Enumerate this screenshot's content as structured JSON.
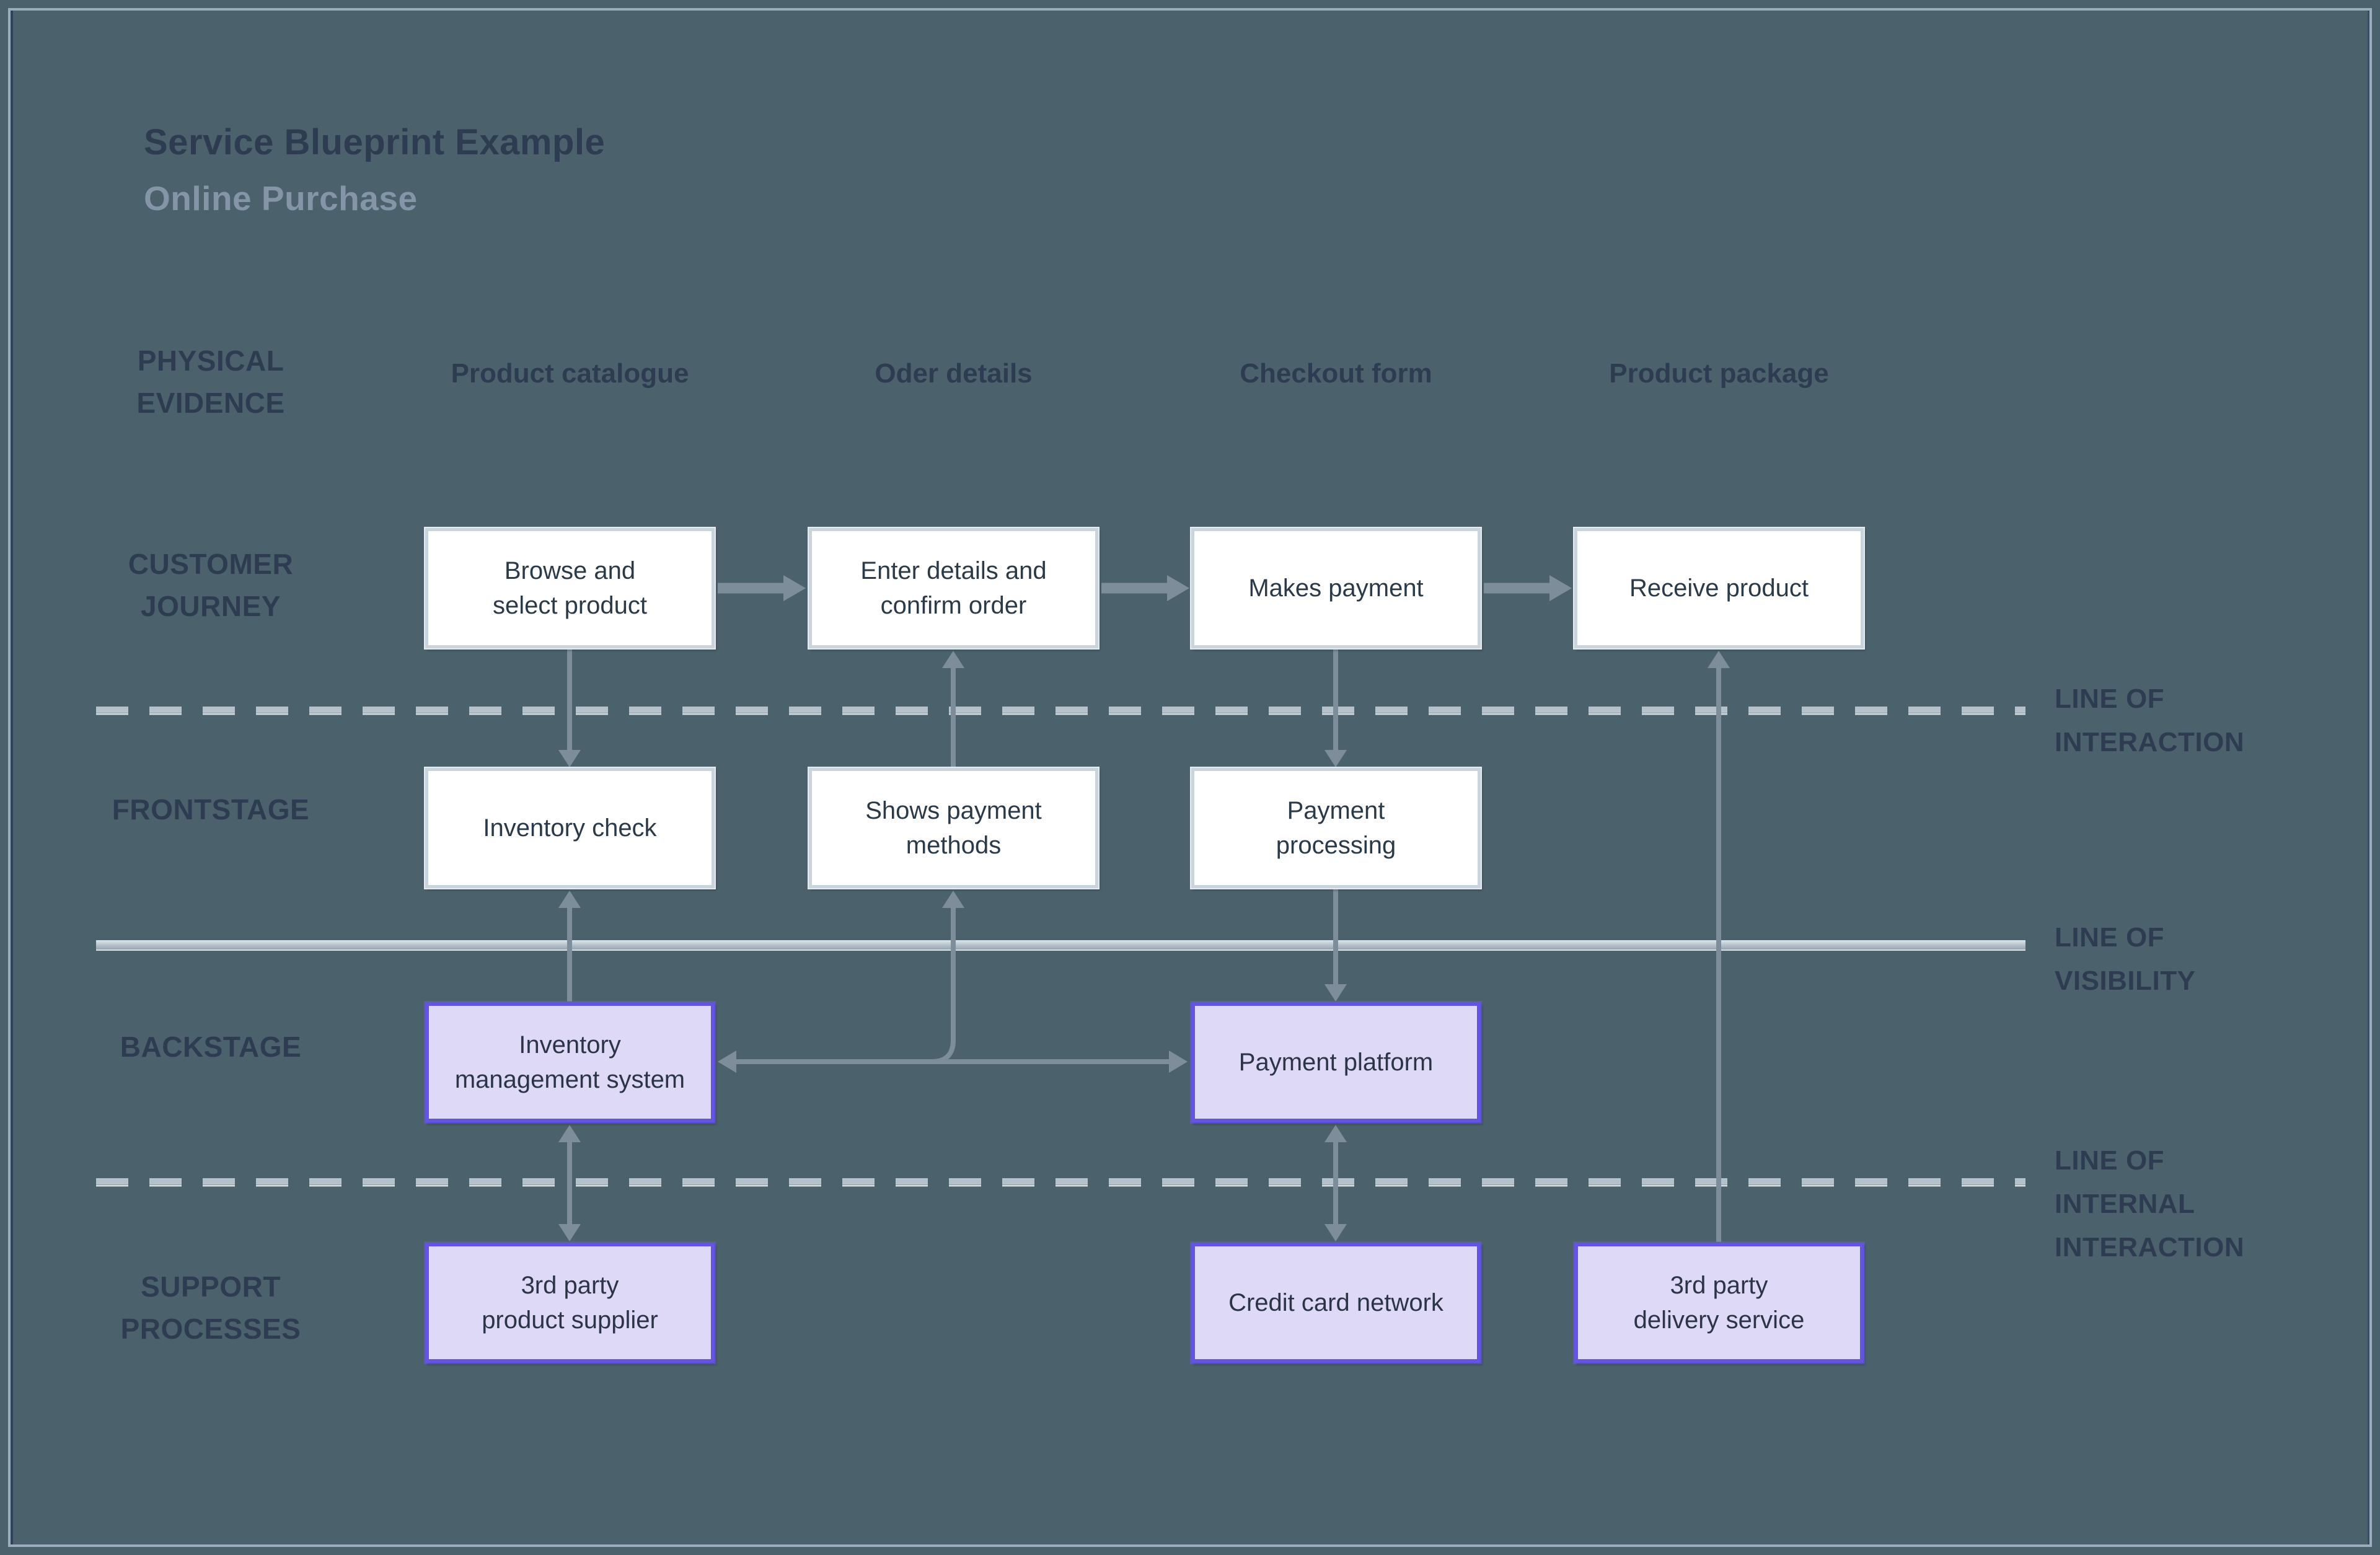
{
  "header": {
    "title": "Service Blueprint Example",
    "subtitle": "Online Purchase"
  },
  "lanes": {
    "physical_evidence": "PHYSICAL\nEVIDENCE",
    "customer_journey": "CUSTOMER\nJOURNEY",
    "frontstage": "FRONTSTAGE",
    "backstage": "BACKSTAGE",
    "support_processes": "SUPPORT\nPROCESSES"
  },
  "columns": [
    "Product catalogue",
    "Oder details",
    "Checkout form",
    "Product package"
  ],
  "boxes": {
    "browse": "Browse and\nselect product",
    "enter_details": "Enter details and\nconfirm order",
    "makes_payment": "Makes payment",
    "receive_product": "Receive product",
    "inventory_check": "Inventory check",
    "shows_payment": "Shows payment\nmethods",
    "payment_processing": "Payment\nprocessing",
    "inventory_mgmt": "Inventory\nmanagement system",
    "payment_platform": "Payment platform",
    "product_supplier": "3rd party\nproduct supplier",
    "credit_card": "Credit card network",
    "delivery_service": "3rd party\ndelivery service"
  },
  "separator_labels": {
    "interaction": "LINE OF\nINTERACTION",
    "visibility": "LINE OF\nVISIBILITY",
    "internal_interaction": "LINE OF\nINTERNAL\nINTERACTION"
  },
  "colors": {
    "background": "#4b626c",
    "frame_border": "#9cadbe",
    "node_white_fill": "#ffffff",
    "node_white_border": "#c9d4dd",
    "node_purple_fill": "#ded9f6",
    "node_purple_border": "#6354e4",
    "arrow": "#7d8d99",
    "separator_line": "#b6c2cb",
    "text_dark": "#2d3c51",
    "text_muted": "#8495a8"
  }
}
